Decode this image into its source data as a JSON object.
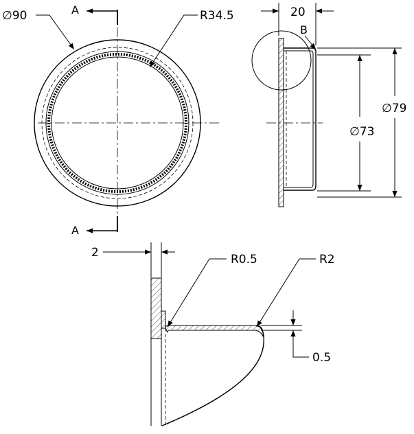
{
  "front_view": {
    "diameter_label": "∅90",
    "radius_label": "R34.5",
    "section_top_label": "A",
    "section_bottom_label": "A"
  },
  "side_view": {
    "depth_label": "20",
    "detail_label": "B",
    "inner_diameter_label": "∅73",
    "outer_diameter_label": "∅79"
  },
  "detail_view": {
    "thickness_label": "2",
    "inner_radius_label": "R0.5",
    "outer_radius_label": "R2",
    "wall_label": "0.5"
  }
}
